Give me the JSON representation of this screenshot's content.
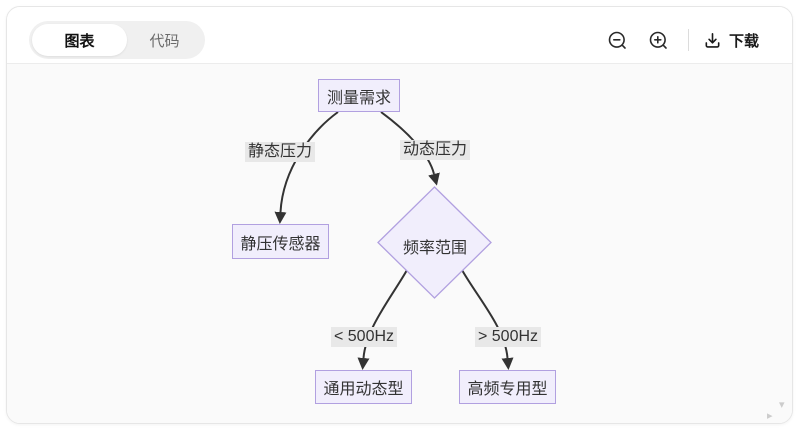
{
  "toolbar": {
    "tabs": [
      {
        "label": "图表",
        "active": true
      },
      {
        "label": "代码",
        "active": false
      }
    ],
    "download_label": "下载",
    "icons": {
      "zoom_out": "magnifier-minus",
      "zoom_in": "magnifier-plus",
      "download": "download-tray-arrow"
    }
  },
  "canvas": {
    "corner_hints": {
      "down_glyph": "▾",
      "right_glyph": "▸"
    }
  },
  "diagram": {
    "type": "flowchart",
    "direction": "top-down",
    "nodes": [
      {
        "id": "A",
        "label": "测量需求",
        "shape": "rect"
      },
      {
        "id": "B",
        "label": "静压传感器",
        "shape": "rect"
      },
      {
        "id": "C",
        "label": "频率范围",
        "shape": "diamond"
      },
      {
        "id": "D",
        "label": "通用动态型",
        "shape": "rect"
      },
      {
        "id": "E",
        "label": "高频专用型",
        "shape": "rect"
      }
    ],
    "edges": [
      {
        "from": "A",
        "to": "B",
        "label": "静态压力"
      },
      {
        "from": "A",
        "to": "C",
        "label": "动态压力"
      },
      {
        "from": "C",
        "to": "D",
        "label": "< 500Hz"
      },
      {
        "from": "C",
        "to": "E",
        "label": "> 500Hz"
      }
    ]
  },
  "colors": {
    "node_fill": "#f1eefc",
    "node_border": "#b1a0e0",
    "edge_stroke": "#333333",
    "edge_label_bg": "#e8e8e8",
    "canvas_bg": "#fafafa",
    "tab_group_bg": "#f0f0f0",
    "active_tab_bg": "#ffffff"
  }
}
